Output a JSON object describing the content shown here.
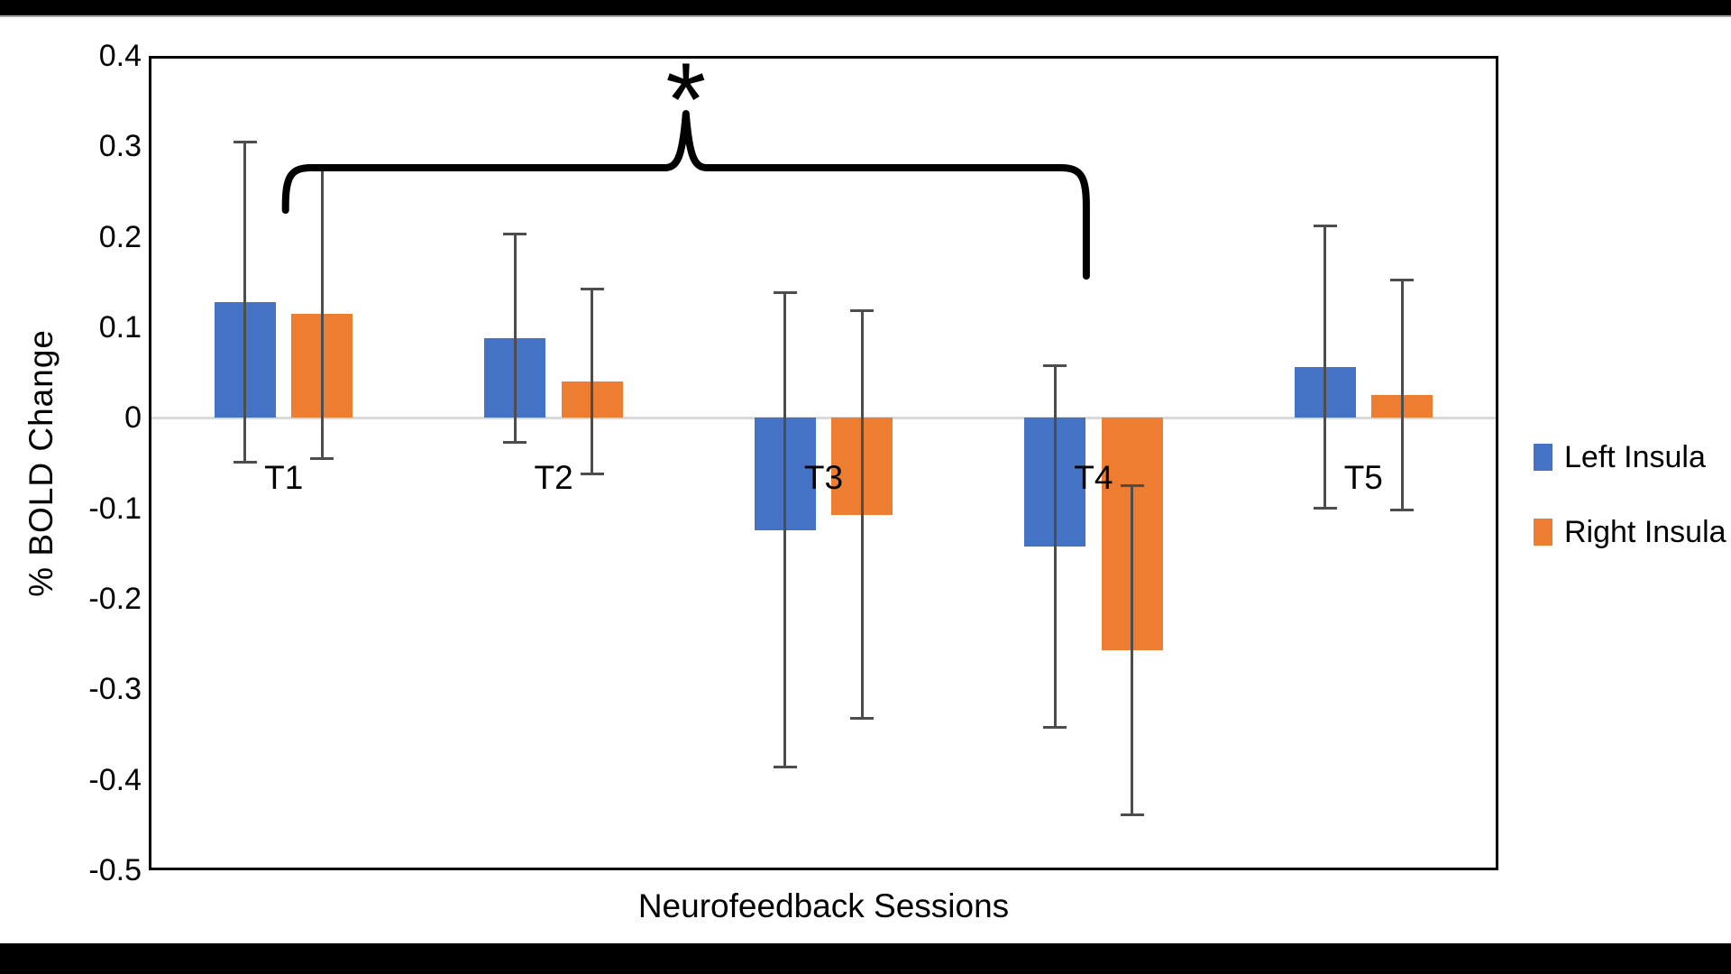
{
  "page": {
    "background": "#ffffff",
    "top_bar_color": "#000000",
    "top_bar_underline_color": "#a6a6a6",
    "bottom_bar_color": "#000000"
  },
  "colors": {
    "zero_line": "#d9d9d9",
    "error_bar": "#4d4d4d",
    "plot_border": "#000000",
    "text": "#000000"
  },
  "chart_data": {
    "type": "bar",
    "title": "",
    "xlabel": "Neurofeedback Sessions",
    "ylabel": "% BOLD Change",
    "categories": [
      "T1",
      "T2",
      "T3",
      "T4",
      "T5"
    ],
    "series": [
      {
        "name": "Left Insula",
        "color": "#4472c4",
        "values": [
          0.128,
          0.088,
          -0.124,
          -0.142,
          0.056
        ],
        "errors": [
          0.177,
          0.115,
          0.262,
          0.2,
          0.156
        ]
      },
      {
        "name": "Right Insula",
        "color": "#ed7d31",
        "values": [
          0.115,
          0.04,
          -0.107,
          -0.257,
          0.025
        ],
        "errors": [
          0.16,
          0.102,
          0.225,
          0.182,
          0.127
        ]
      }
    ],
    "ylim": [
      -0.5,
      0.4
    ],
    "ytick_step": 0.1,
    "yticks": [
      "0.4",
      "0.3",
      "0.2",
      "0.1",
      "0",
      "-0.1",
      "-0.2",
      "-0.3",
      "-0.4",
      "-0.5"
    ],
    "grid": false,
    "legend_position": "right",
    "annotation": {
      "symbol": "*",
      "from_category": "T1",
      "to_category": "T4"
    }
  }
}
